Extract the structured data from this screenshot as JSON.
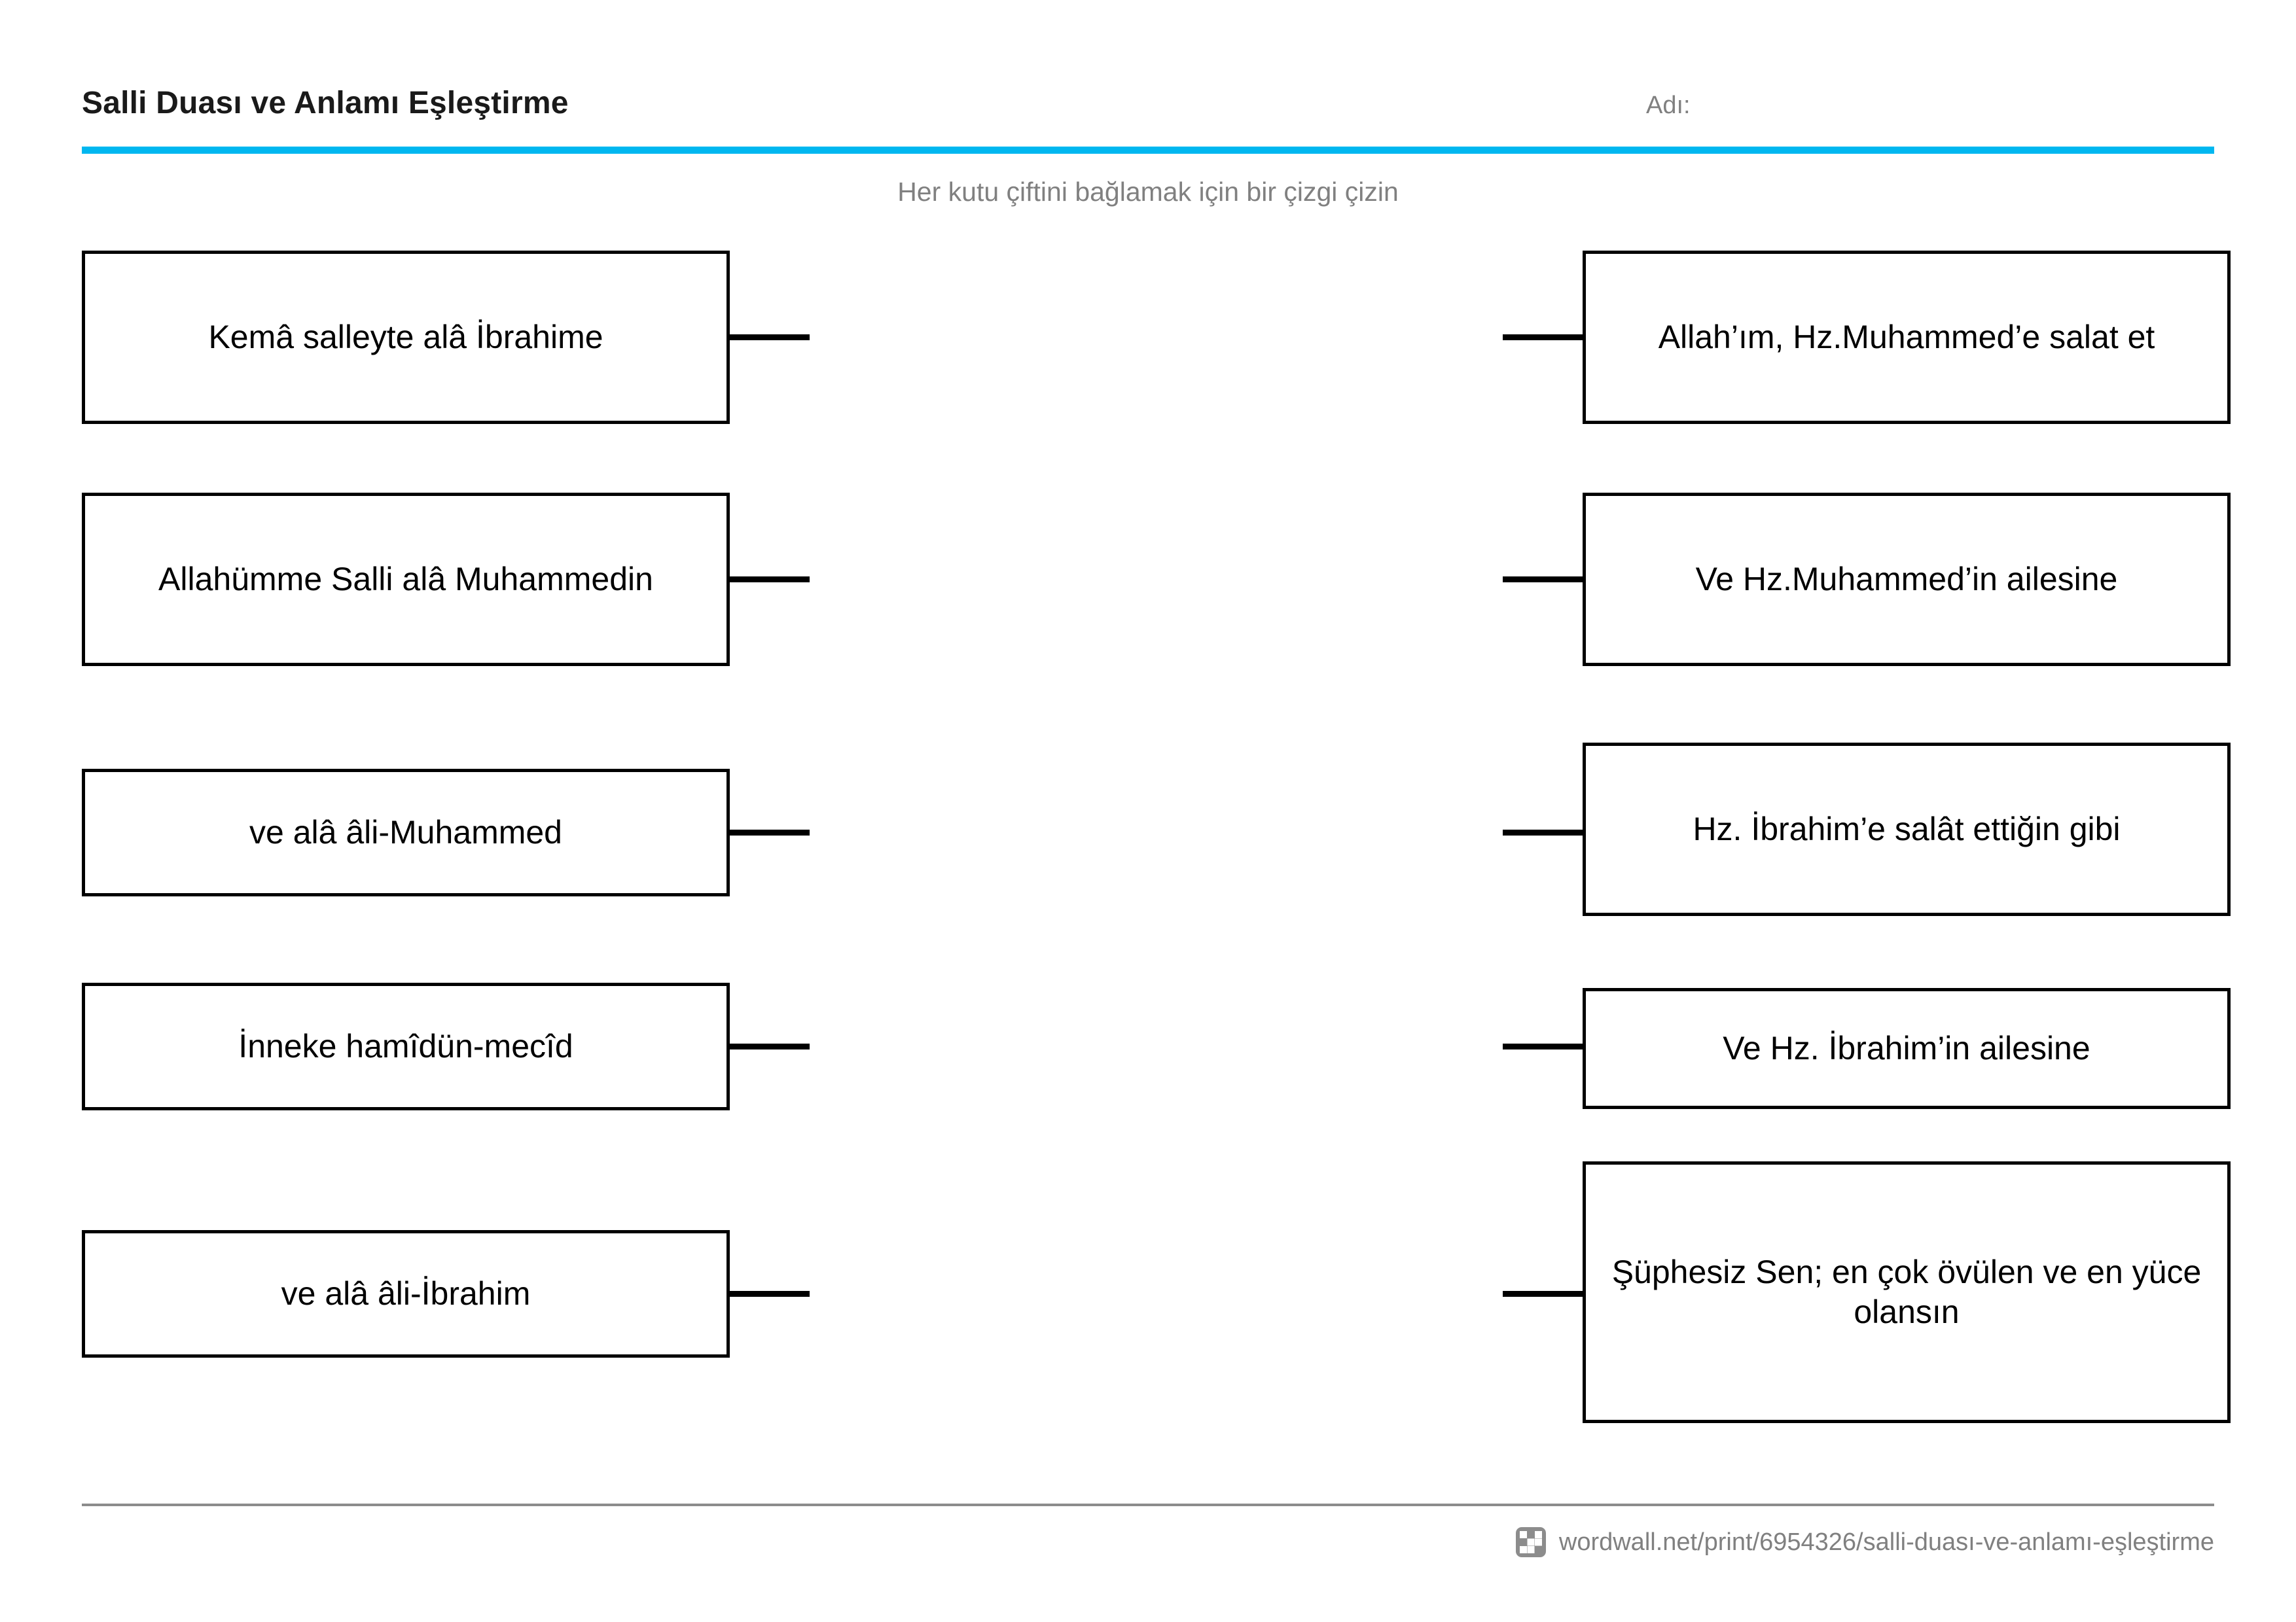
{
  "header": {
    "title": "Salli Duası ve Anlamı Eşleştirme",
    "name_label": "Adı:",
    "rule_color": "#00b7f0"
  },
  "instruction": "Her kutu çiftini bağlamak için bir çizgi çizin",
  "board": {
    "left_column": [
      {
        "text": "Kemâ salleyte alâ İbrahime"
      },
      {
        "text": "Allahümme Salli alâ Muhammedin"
      },
      {
        "text": "ve alâ âli-Muhammed"
      },
      {
        "text": "İnneke hamîdün-mecîd"
      },
      {
        "text": "ve alâ âli-İbrahim"
      }
    ],
    "right_column": [
      {
        "text": "Allah’ım, Hz.Muhammed’e salat et"
      },
      {
        "text": "Ve Hz.Muhammed’in ailesine"
      },
      {
        "text": "Hz. İbrahim’e salât ettiğin gibi"
      },
      {
        "text": "Ve Hz. İbrahim’in ailesine"
      },
      {
        "text": "Şüphesiz Sen; en çok övülen ve en yüce olansın"
      }
    ]
  },
  "footer": {
    "logo_name": "wordwall-logo-icon",
    "url": "wordwall.net/print/6954326/salli-duası-ve-anlamı-eşleştirme",
    "text_color": "#808080"
  }
}
